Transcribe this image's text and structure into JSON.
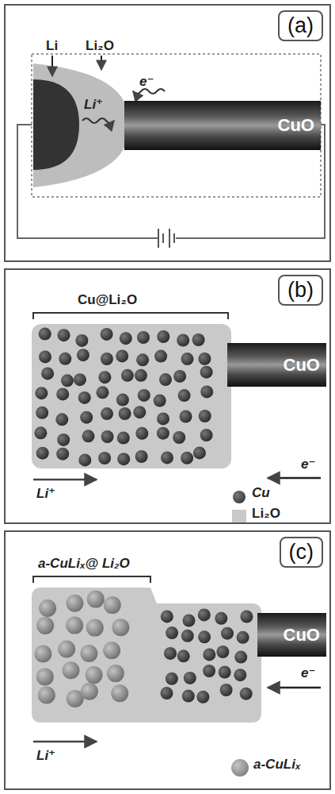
{
  "diagram": {
    "nodes": [
      {
        "text": [
          "(a)"
        ]
      },
      {
        "text": [
          "CuO"
        ],
        "in": 0
      },
      {
        "text": [
          "(b)"
        ]
      },
      {
        "text": [
          "CuO"
        ],
        "in": 2
      },
      {
        "text": [
          "(c)"
        ]
      },
      {
        "text": [
          "CuO"
        ],
        "in": 4
      }
    ],
    "edges": [],
    "labels": [
      "Li",
      "Li₂O",
      "Li⁺",
      "e⁻",
      "Cu@Li₂O",
      "Li⁺",
      "e⁻",
      "a-CuLiₓ@ Li₂O",
      "Li⁺",
      "e⁻"
    ],
    "legend": [
      {
        "text": "Cu"
      },
      {
        "text": "Li₂O",
        "color": "#c9c9c9"
      },
      {
        "text": "a-CuLiₓ"
      }
    ]
  }
}
